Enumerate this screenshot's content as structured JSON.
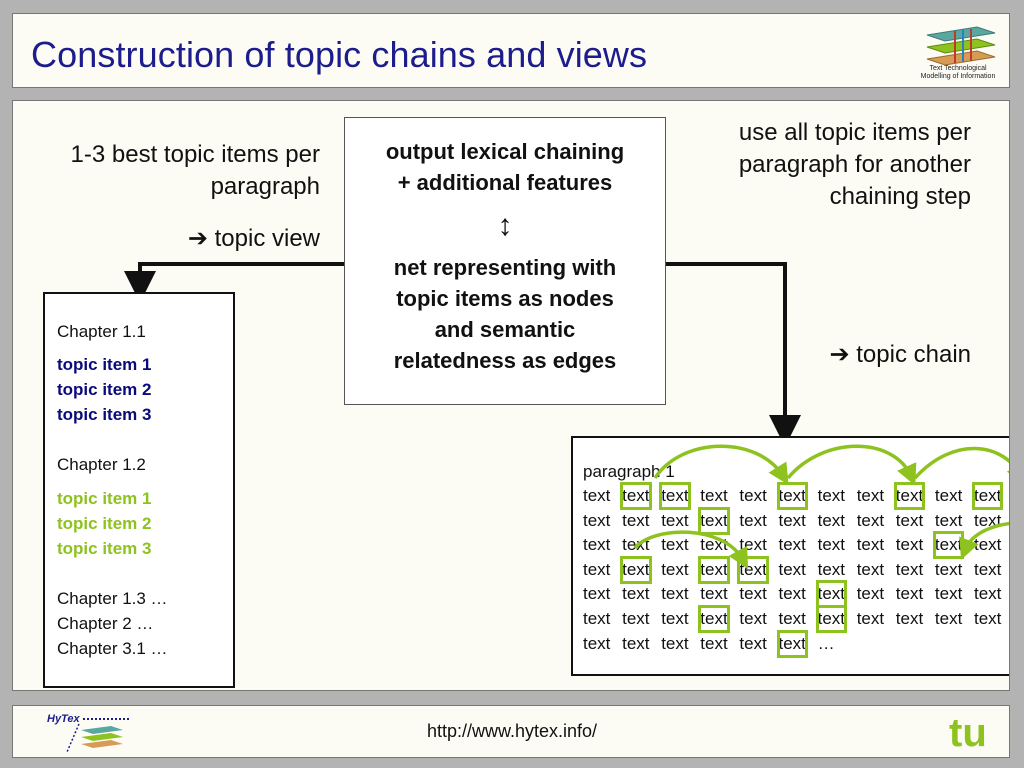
{
  "header": {
    "title": "Construction of topic chains and views",
    "logo_text_line1": "Text Technological",
    "logo_text_line2": "Modelling of Information"
  },
  "content": {
    "left_note": "1-3 best topic items per paragraph",
    "topic_view": "➔ topic view",
    "right_note": "use all topic items per paragraph for another chaining step",
    "topic_chain": "➔ topic chain",
    "center": {
      "line1": "output lexical chaining",
      "line2": "+ additional features",
      "arrow": "↕",
      "line3": "net representing with",
      "line4": "topic items as nodes",
      "line5": "and semantic",
      "line6": "relatedness as edges"
    },
    "left_box": {
      "chapter_1_1": "Chapter 1.1",
      "blue_items": [
        "topic item 1",
        "topic item 2",
        "topic item 3"
      ],
      "chapter_1_2": "Chapter 1.2",
      "green_items": [
        "topic item 1",
        "topic item 2",
        "topic item 3"
      ],
      "chapter_1_3": "Chapter 1.3 …",
      "chapter_2": "Chapter 2 …",
      "chapter_3_1": "Chapter 3.1 …"
    },
    "right_box": {
      "heading": "paragraph 1",
      "word": "text",
      "last_word_trail": "…",
      "rows": [
        [
          0,
          1,
          1,
          0,
          0,
          1,
          0,
          0,
          1,
          0,
          1
        ],
        [
          0,
          0,
          0,
          1,
          0,
          0,
          0,
          0,
          0,
          0,
          0
        ],
        [
          0,
          0,
          0,
          0,
          0,
          0,
          0,
          0,
          0,
          1,
          0
        ],
        [
          0,
          1,
          0,
          1,
          1,
          0,
          0,
          0,
          0,
          0,
          0
        ],
        [
          0,
          0,
          0,
          0,
          0,
          0,
          1,
          0,
          0,
          0,
          0
        ],
        [
          0,
          0,
          0,
          1,
          0,
          0,
          1,
          0,
          0,
          0,
          0
        ],
        [
          0,
          0,
          0,
          0,
          0,
          1
        ]
      ],
      "highlight_color": "#8ec21e"
    }
  },
  "footer": {
    "url": "http://www.hytex.info/",
    "hytex_logo": "HyTex",
    "tu_logo": "tu"
  },
  "colors": {
    "title": "#1c1c8c",
    "accent_green": "#8ec21e",
    "topic_blue": "#0a0a7a",
    "panel_bg": "#fcfcf5",
    "frame_bg": "#b3b3b3"
  }
}
